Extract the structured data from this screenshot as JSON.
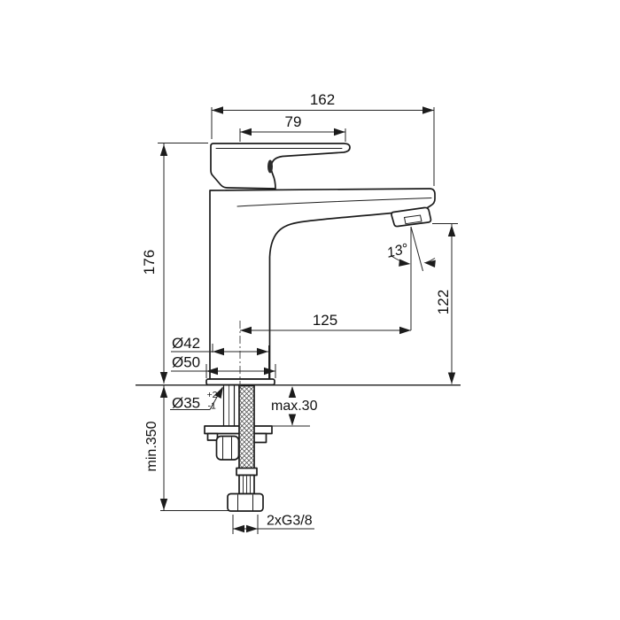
{
  "drawing": {
    "type": "faucet-installation-dimension-drawing",
    "colors": {
      "ink": "#1c1c1c",
      "dim_line": "#262626",
      "background": "#ffffff"
    },
    "dims": {
      "total_width": "162",
      "handle_length": "79",
      "body_height": "176",
      "spout_reach": "125",
      "outlet_height": "122",
      "outlet_angle": "13°",
      "body_diameter": "Ø42",
      "base_diameter": "Ø50",
      "hole_diameter": "Ø35",
      "hole_tol_plus": "+2",
      "hole_tol_minus": "-1",
      "deck_thickness_max": "max.30",
      "hose_length_min": "min.350",
      "connection_thread": "2xG3/8"
    }
  }
}
